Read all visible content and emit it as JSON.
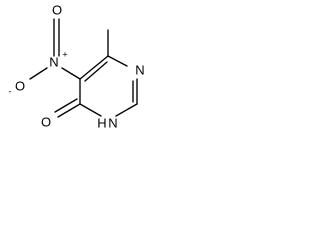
{
  "molecule": {
    "atoms": {
      "nitro_n": "N",
      "nitro_n_charge": "+",
      "nitro_o_top": "O",
      "nitro_o_left": "O",
      "nitro_o_left_charge": "-",
      "ring_n_right": "N",
      "ring_nh": "N",
      "ring_nh_h": "H",
      "carbonyl_o": "O"
    }
  }
}
